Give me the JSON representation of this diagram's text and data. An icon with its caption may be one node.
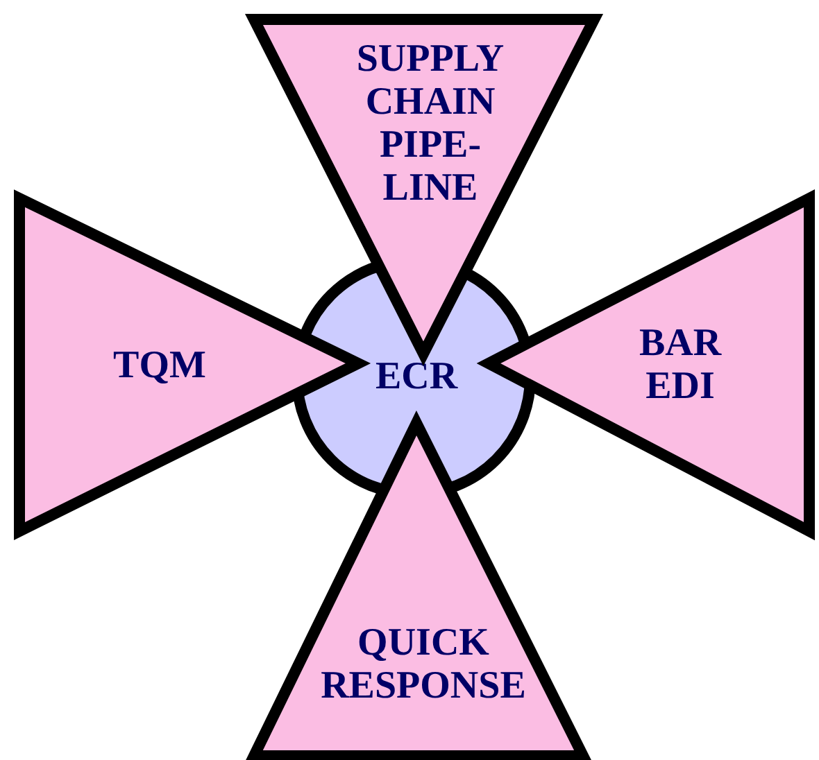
{
  "diagram": {
    "nodes": [
      {
        "text": [
          "SUPPLY CHAIN PIPE-LINE"
        ]
      },
      {
        "text": [
          "TQM"
        ]
      },
      {
        "text": [
          "ECR"
        ]
      },
      {
        "text": [
          "BAR EDI"
        ]
      },
      {
        "text": [
          "QUICK RESPONSE"
        ]
      }
    ]
  }
}
